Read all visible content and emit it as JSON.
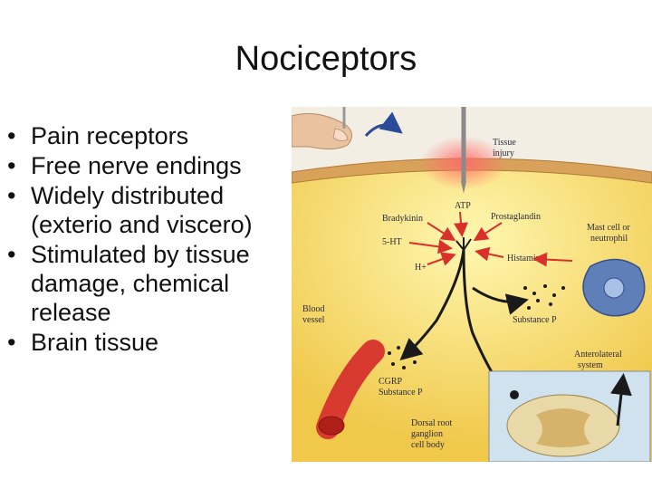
{
  "slide": {
    "title": "Nociceptors",
    "bullets": [
      "Pain receptors",
      "Free nerve endings",
      "Widely distributed (exterio and viscero)",
      "Stimulated by tissue damage, chemical release",
      "Brain tissue"
    ]
  },
  "figure": {
    "labels": {
      "tissue_injury_1": "Tissue",
      "tissue_injury_2": "injury",
      "atp": "ATP",
      "bradykinin": "Bradykinin",
      "prostaglandin": "Prostaglandin",
      "ht5": "5-HT",
      "h_plus": "H+",
      "histamine": "Histamine",
      "mast_cell_1": "Mast cell or",
      "mast_cell_2": "neutrophil",
      "substance_p": "Substance P",
      "blood_vessel_1": "Blood",
      "blood_vessel_2": "vessel",
      "anterolateral_1": "Anterolateral",
      "anterolateral_2": "system",
      "cgrp": "CGRP",
      "substance_p_2": "Substance P",
      "dorsal_root_1": "Dorsal root",
      "dorsal_root_2": "ganglion",
      "dorsal_root_3": "cell body"
    },
    "colors": {
      "skin": "#d9a25a",
      "tissue": "#f5e27a",
      "vessel": "#d83a30",
      "nerve": "#1a1a1a",
      "arrow": "#d9302a",
      "cell": "#5f7fb8",
      "spinal_box": "#cfe2ee"
    }
  }
}
